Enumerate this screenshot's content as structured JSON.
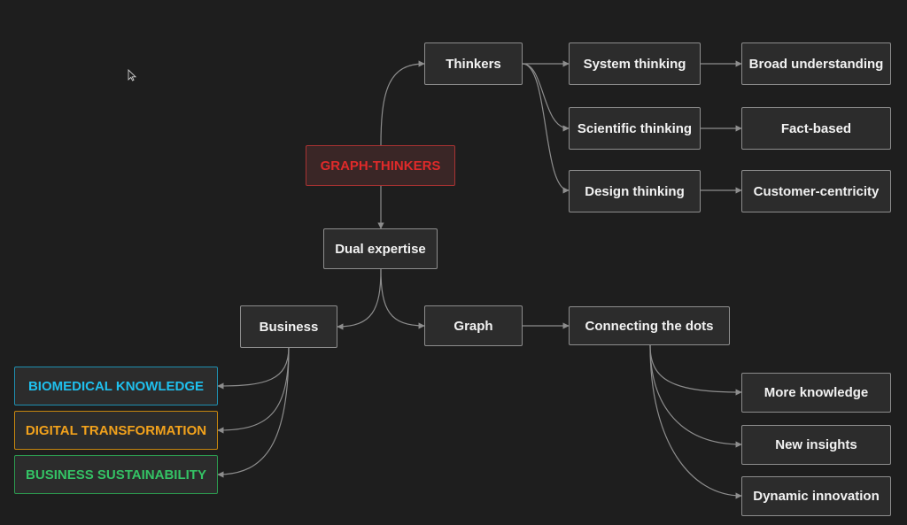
{
  "diagram": {
    "root": "GRAPH-THINKERS",
    "nodes": {
      "thinkers": "Thinkers",
      "system_thinking": "System thinking",
      "broad_understanding": "Broad understanding",
      "scientific_thinking": "Scientific thinking",
      "fact_based": "Fact-based",
      "design_thinking": "Design thinking",
      "customer_centricity": "Customer-centricity",
      "dual_expertise": "Dual expertise",
      "business": "Business",
      "graph": "Graph",
      "connecting_the_dots": "Connecting the dots",
      "biomedical_knowledge": "BIOMEDICAL KNOWLEDGE",
      "digital_transformation": "DIGITAL TRANSFORMATION",
      "business_sustainability": "BUSINESS SUSTAINABILITY",
      "more_knowledge": "More knowledge",
      "new_insights": "New insights",
      "dynamic_innovation": "Dynamic innovation"
    }
  },
  "colors": {
    "background": "#1e1e1e",
    "node_fill": "#2c2c2c",
    "node_border": "#8d8d8d",
    "edge": "#8d8d8d",
    "root": "#e02a2a",
    "biomedical": "#1fc0ee",
    "digital": "#f2a21c",
    "sustainability": "#34c365"
  },
  "cursor": "mouse-pointer-icon"
}
